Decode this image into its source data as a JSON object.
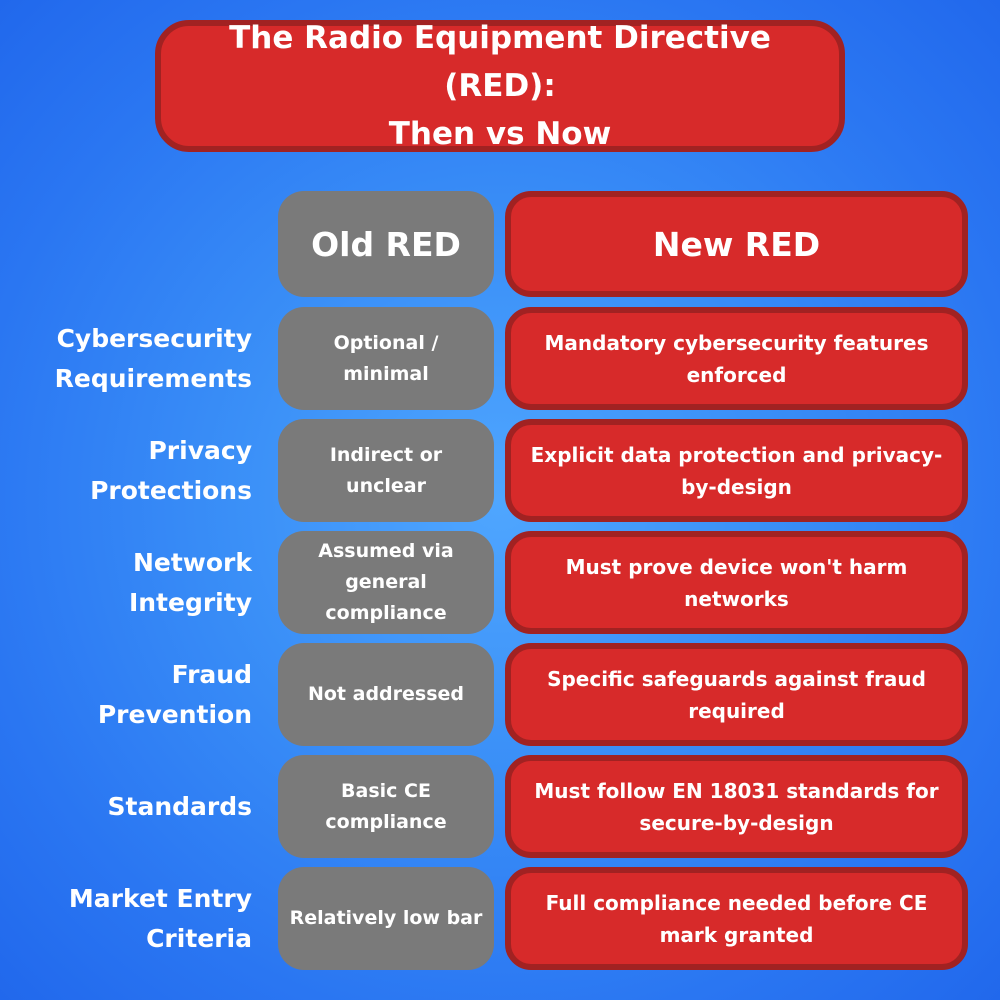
{
  "title": {
    "line1": "The Radio Equipment Directive (RED):",
    "line2": "Then vs Now"
  },
  "columns": {
    "old": "Old RED",
    "new": "New RED"
  },
  "rows": [
    {
      "label": "Cybersecurity Requirements",
      "old": "Optional / minimal",
      "new": "Mandatory cybersecurity features enforced"
    },
    {
      "label": "Privacy Protections",
      "old": "Indirect or unclear",
      "new": "Explicit data protection and privacy-by-design"
    },
    {
      "label": "Network Integrity",
      "old": "Assumed via general compliance",
      "new": "Must prove device won't harm networks"
    },
    {
      "label": "Fraud Prevention",
      "old": "Not addressed",
      "new": "Specific safeguards against fraud required"
    },
    {
      "label": "Standards",
      "old": "Basic CE compliance",
      "new": "Must follow EN 18031 standards for secure-by-design"
    },
    {
      "label": "Market Entry Criteria",
      "old": "Relatively low bar",
      "new": "Full compliance needed before CE mark granted"
    }
  ],
  "colors": {
    "red": "#d72a2a",
    "red_border": "#a12222",
    "gray": "#7a7a7a",
    "blue": "#3a8ff7"
  }
}
